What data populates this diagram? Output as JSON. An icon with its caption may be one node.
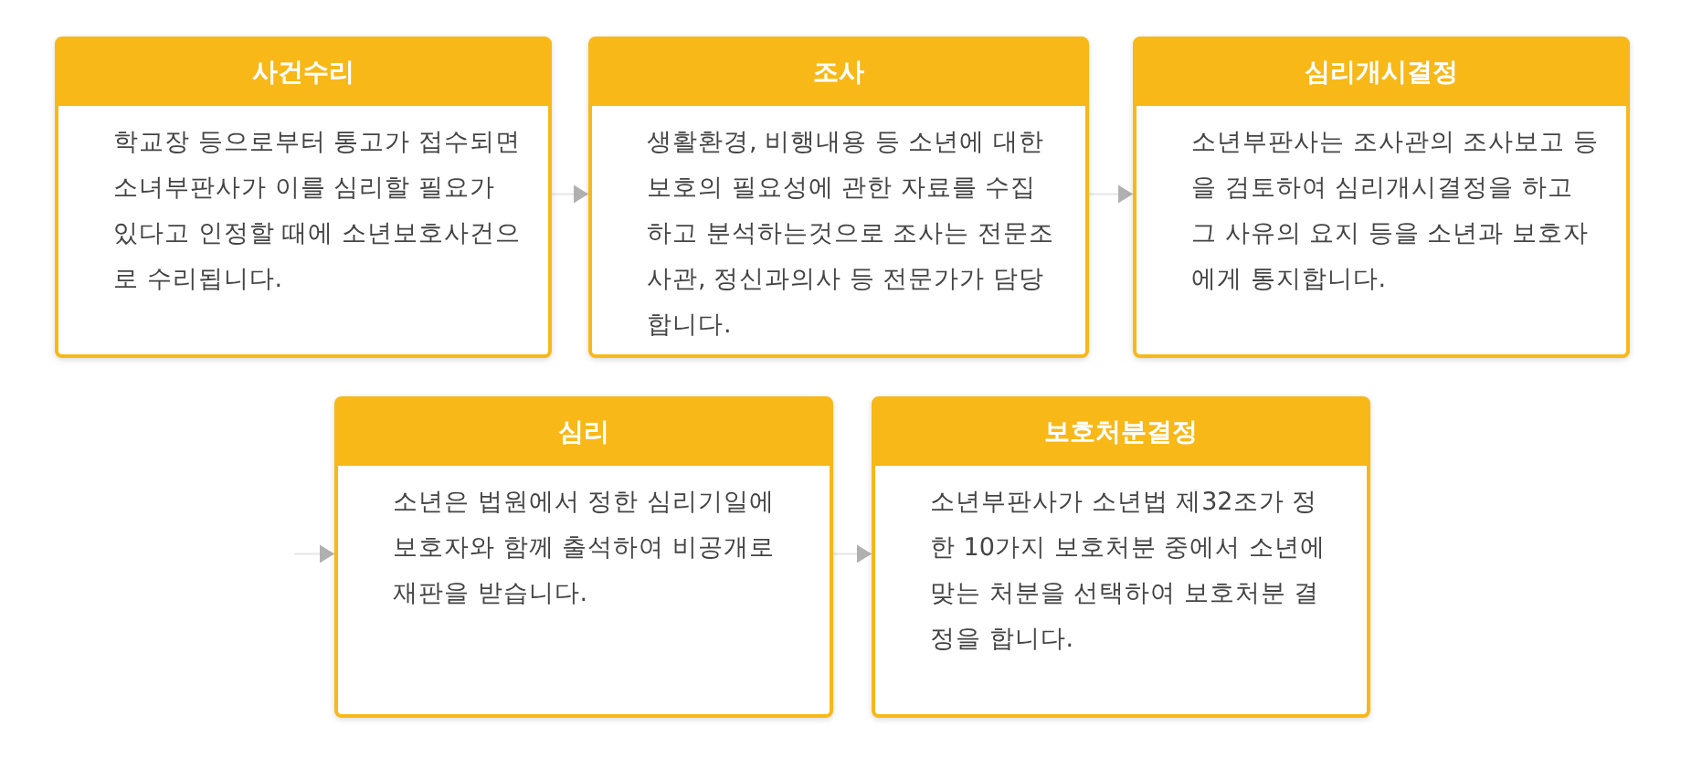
{
  "diagram": {
    "nodes": [
      {
        "text": [
          "사건수리",
          "학교장 등으로부터 통고가 접수되면 소녀부판사가 이를 심리할 필요가 있다고 인정할 때에 소년보호사건으로 수리됩니다."
        ]
      },
      {
        "text": [
          "조사",
          "생활환경, 비행내용 등 소년에 대한 보호의 필요성에 관한 자료를 수집하고 분석하는것으로 조사는 전문조사관, 정신과의사 등 전문가가 담당합니다."
        ]
      },
      {
        "text": [
          "심리개시결정",
          "소년부판사는 조사관의 조사보고 등을 검토하여 심리개시결정을 하고 그 사유의 요지 등을 소년과 보호자에게 통지합니다."
        ]
      },
      {
        "text": [
          "심리",
          "소년은 법원에서 정한 심리기일에 보호자와 함께 출석하여 비공개로 재판을 받습니다."
        ]
      },
      {
        "text": [
          "보호처분결정",
          "소년부판사가 소년법 제32조가 정한 10가지 보호처분 중에서 소년에 맞는 처분을 선택하여 보호처분 결정을 합니다."
        ]
      }
    ],
    "edges": [
      {
        "from": 0,
        "to": 1,
        "arrow": "to"
      },
      {
        "from": 1,
        "to": 2,
        "arrow": "to"
      },
      {
        "from": null,
        "to": 3,
        "arrow": "to"
      },
      {
        "from": 3,
        "to": 4,
        "arrow": "to"
      }
    ]
  }
}
